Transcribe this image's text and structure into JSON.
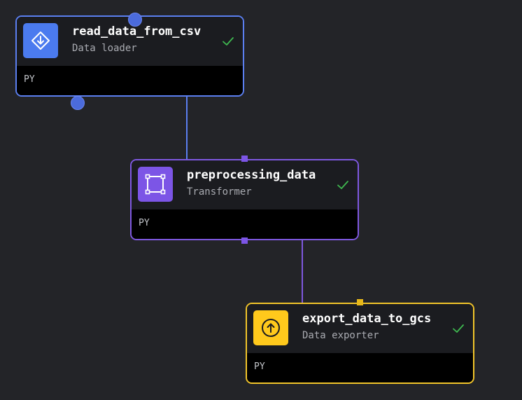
{
  "pipeline": {
    "blocks": [
      {
        "title": "read_data_from_csv",
        "type_label": "Data loader",
        "language": "PY",
        "status": "success",
        "icon": "download-icon",
        "accent_color": "#4b7bef",
        "border_color": "#5b7ff0"
      },
      {
        "title": "preprocessing_data",
        "type_label": "Transformer",
        "language": "PY",
        "status": "success",
        "icon": "transform-frame-icon",
        "accent_color": "#7c55e6",
        "border_color": "#7e58e0"
      },
      {
        "title": "export_data_to_gcs",
        "type_label": "Data exporter",
        "language": "PY",
        "status": "success",
        "icon": "upload-icon",
        "accent_color": "#ffc91c",
        "border_color": "#f2c52a"
      }
    ],
    "status_color": "#3fb950"
  }
}
